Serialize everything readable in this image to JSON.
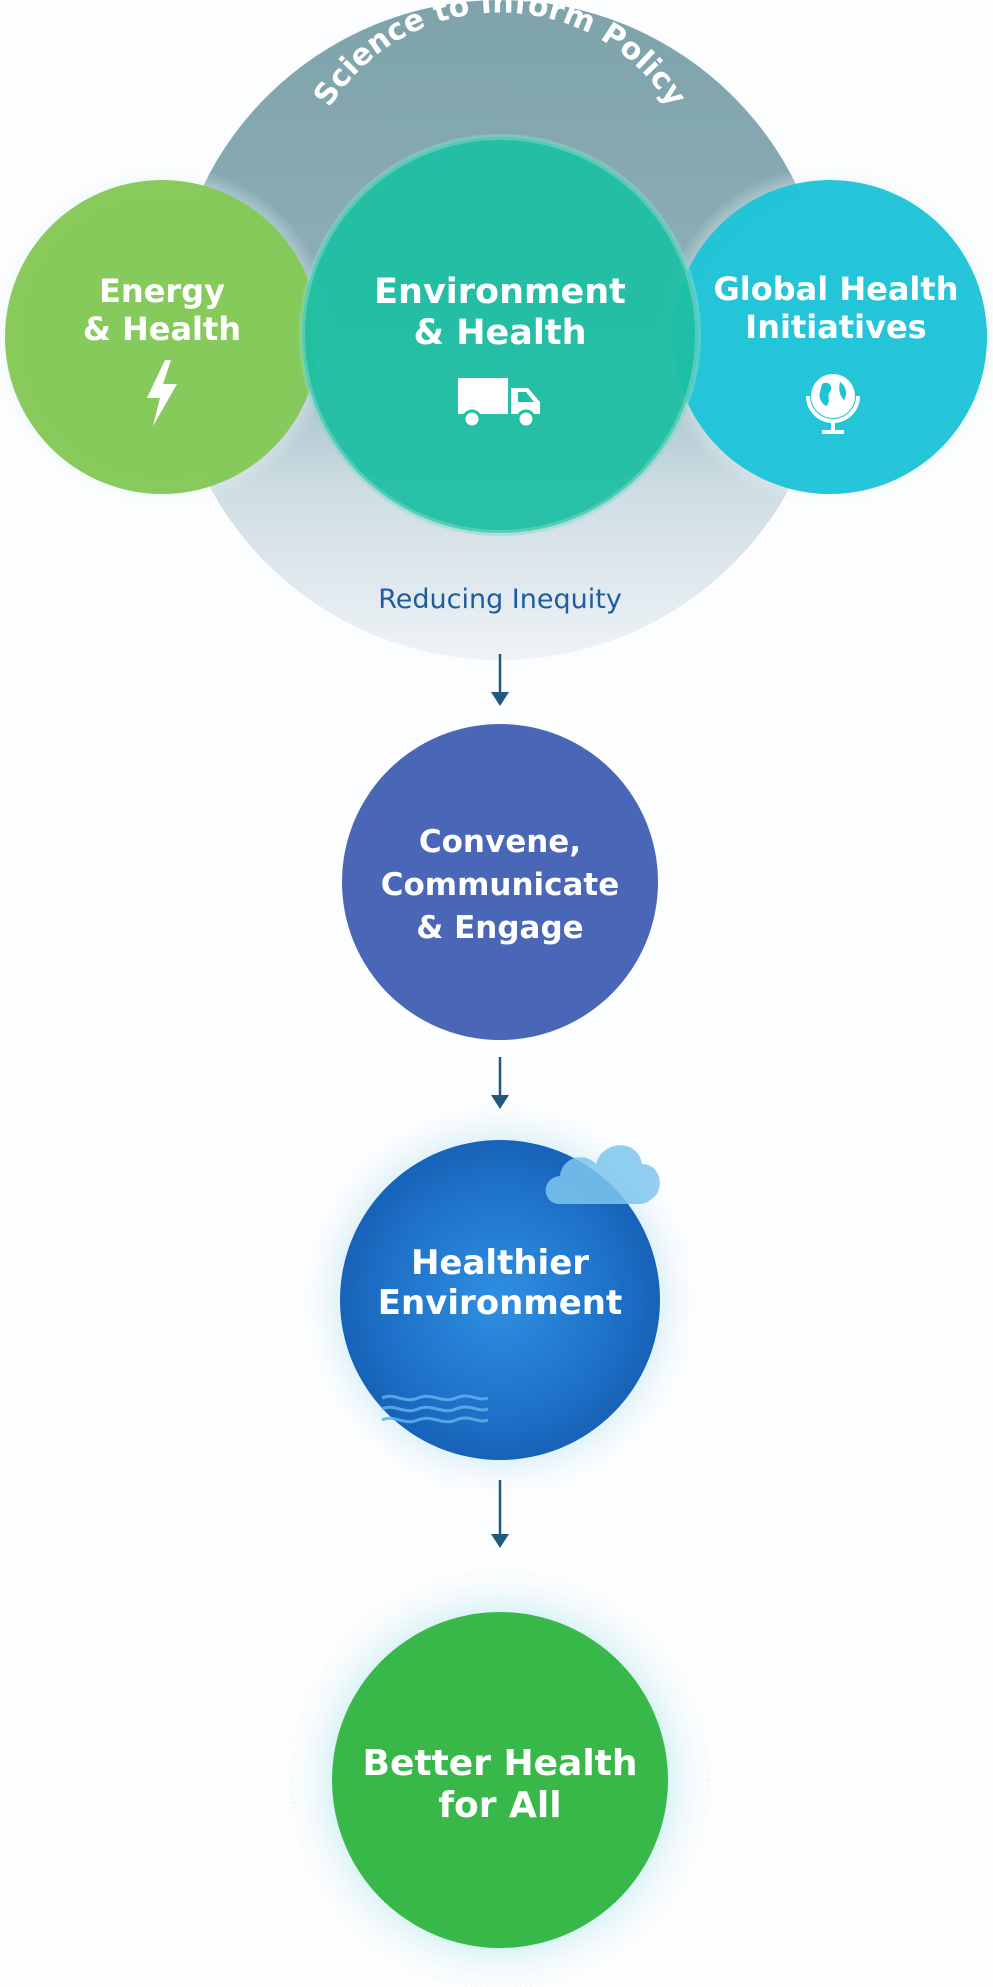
{
  "outer_ring": {
    "arc_text": "Science to Inform Policy",
    "bottom_text": "Reducing Inequity"
  },
  "circles": {
    "energy": {
      "line1": "Energy",
      "line2": "& Health",
      "icon": "lightning-bolt-icon",
      "color": "#84c857"
    },
    "environment": {
      "line1": "Environment",
      "line2": "& Health",
      "icon": "truck-icon",
      "color": "#1fbfa3"
    },
    "global": {
      "line1": "Global Health",
      "line2": "Initiatives",
      "icon": "globe-icon",
      "color": "#1fc3d8"
    },
    "convene": {
      "line1": "Convene,",
      "line2": "Communicate",
      "line3": "& Engage",
      "color": "#4a66b7"
    },
    "healthier": {
      "line1": "Healthier",
      "line2": "Environment",
      "icons": [
        "cloud-icon",
        "water-waves-icon"
      ],
      "color": "#1e74c8"
    },
    "better": {
      "line1": "Better Health",
      "line2": "for All",
      "color": "#38b848"
    }
  },
  "arrows": [
    "arrow-down-icon",
    "arrow-down-icon",
    "arrow-down-icon"
  ],
  "colors": {
    "ring_top": "#7fa4ab",
    "ring_bottom": "#e6eef2",
    "arrow": "#1f5a7e",
    "reducing_text": "#1f5c9e"
  }
}
